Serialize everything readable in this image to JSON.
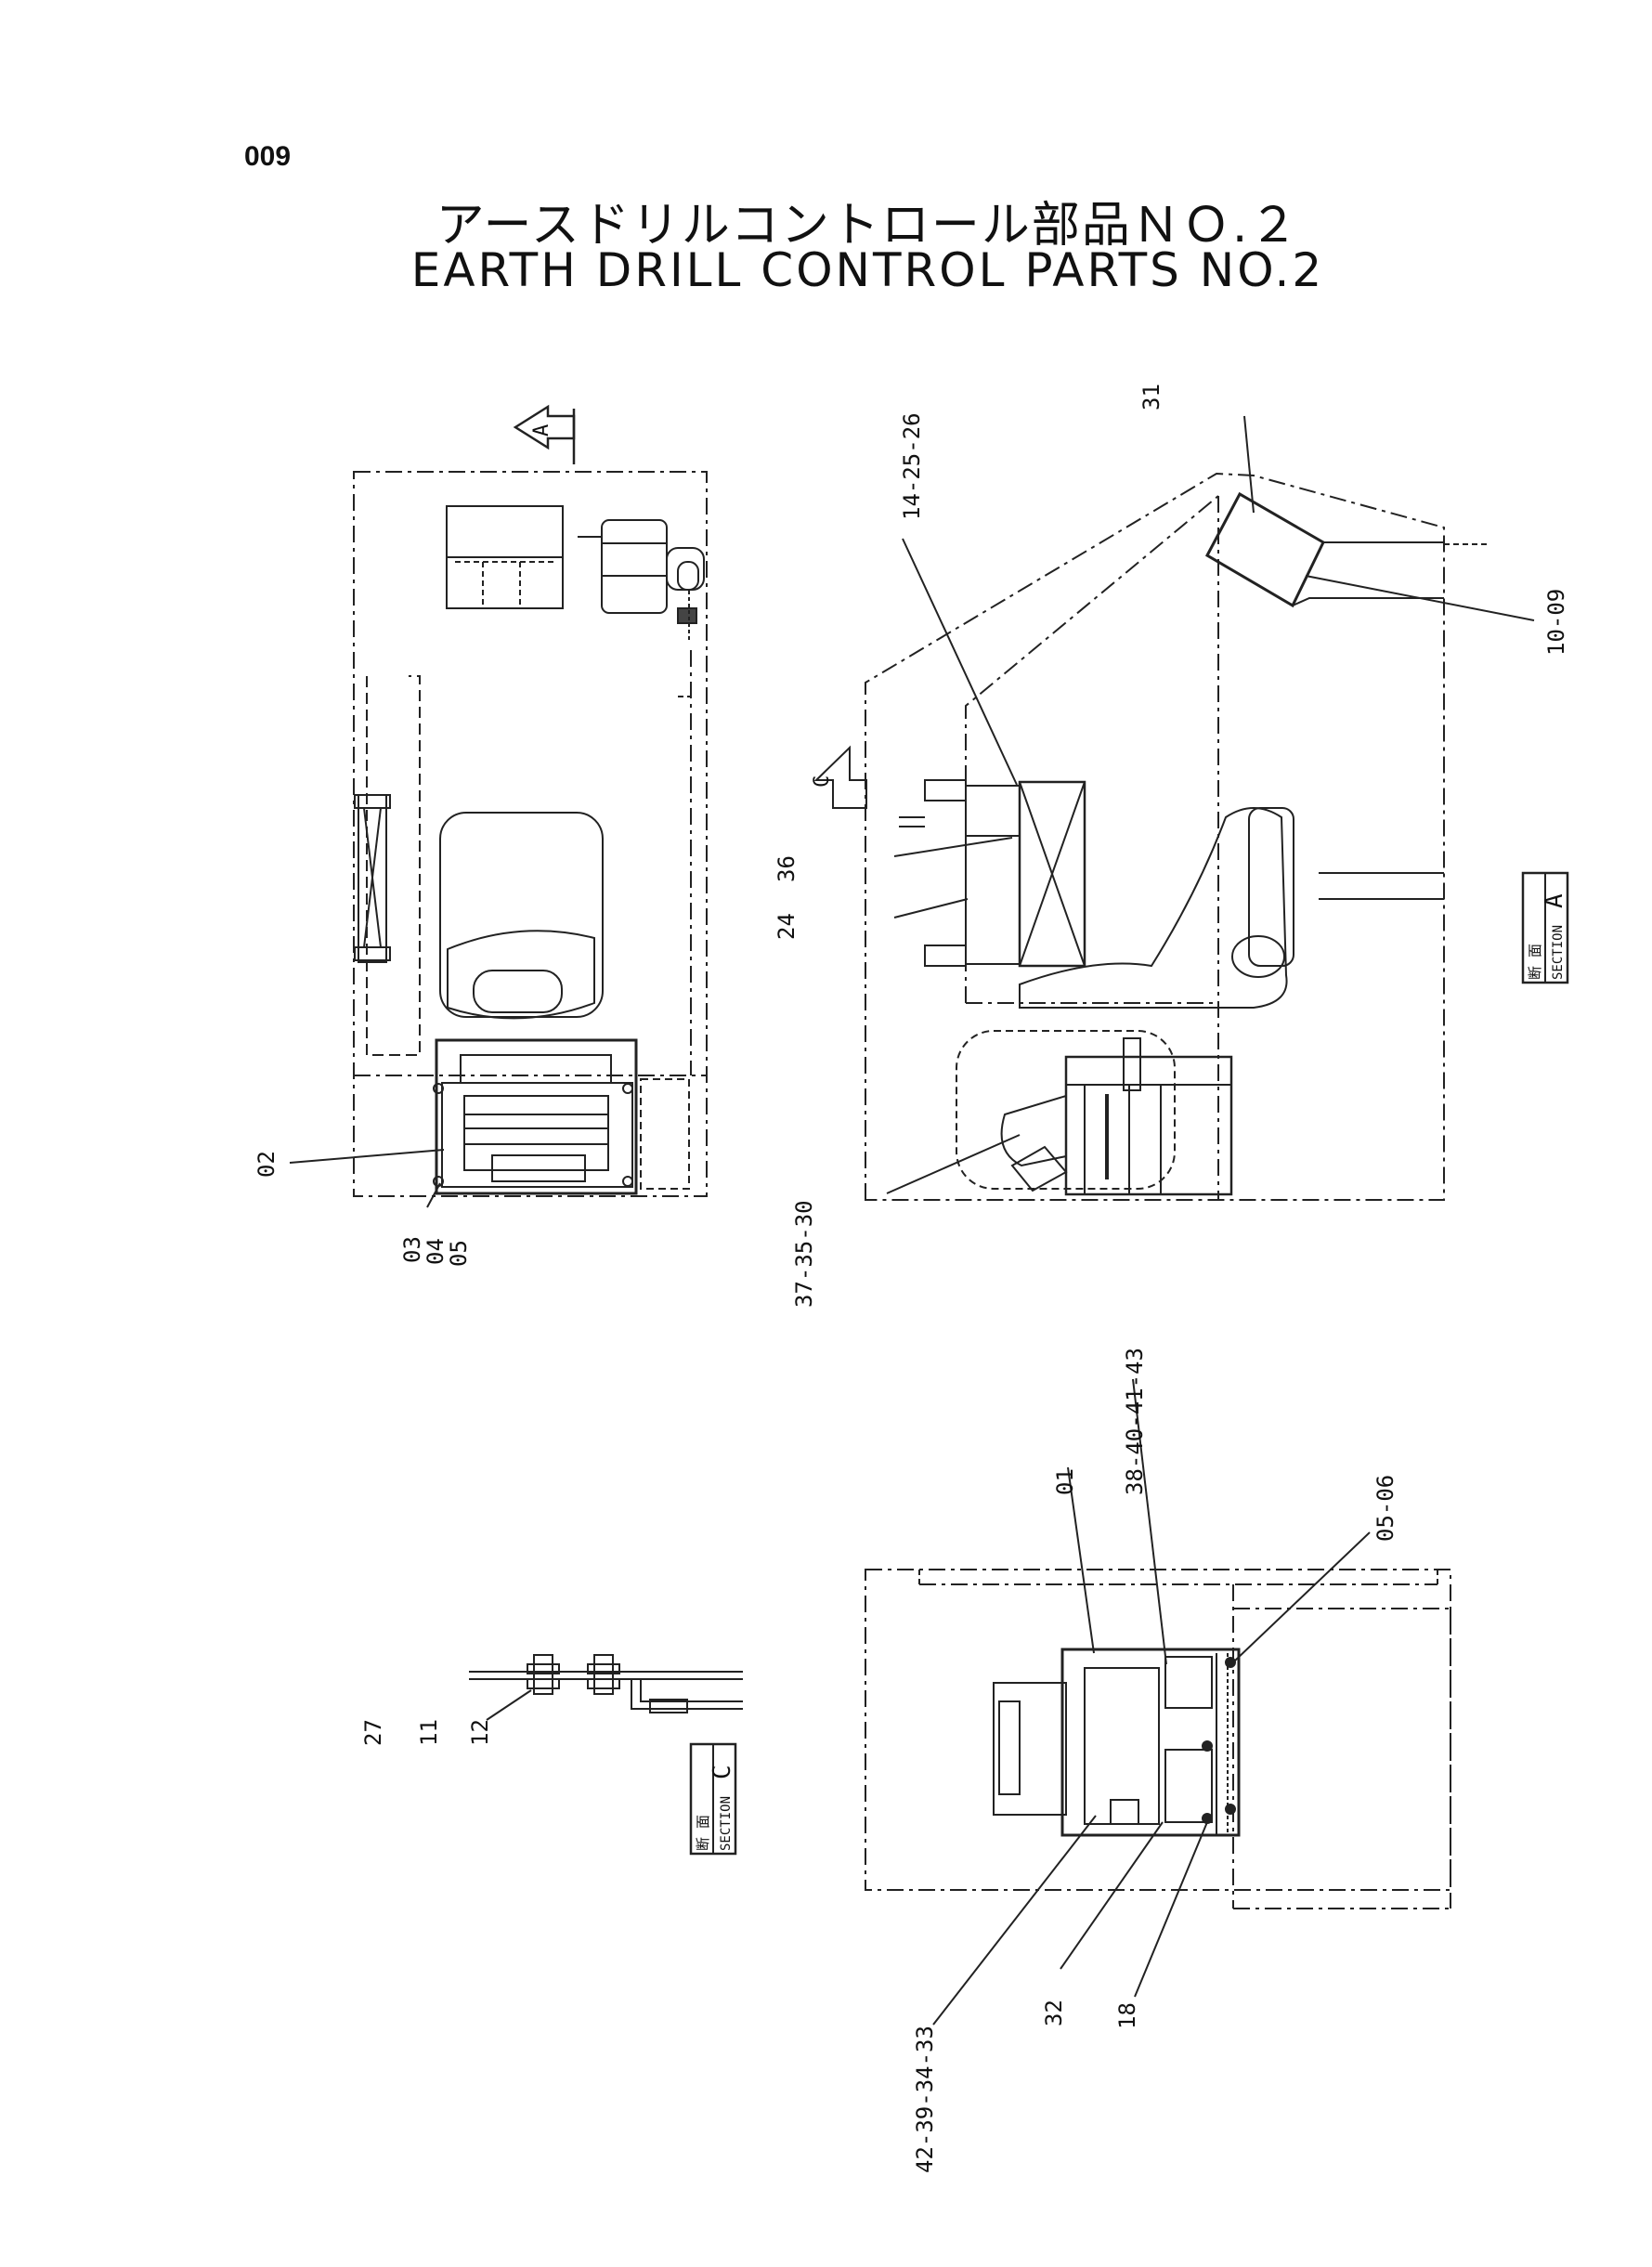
{
  "page_number": "009",
  "title_jp": "アースドリルコントロール部品ＮＯ.２",
  "title_en": "EARTH DRILL CONTROL PARTS NO.2",
  "view_arrows": {
    "a": "A",
    "c": "C"
  },
  "sections": {
    "a": {
      "jp": "断 面",
      "label": "SECTION",
      "letter": "A"
    },
    "c": {
      "jp": "断 面",
      "label": "SECTION",
      "letter": "C"
    }
  },
  "callouts": {
    "c02": "02",
    "c03": "03",
    "c04": "04",
    "c05": "05",
    "c14_25_26": "14-25-26",
    "c31": "31",
    "c10_09": "10-09",
    "c36": "36",
    "c24": "24",
    "c37_35_30": "37-35-30",
    "c01": "01",
    "c38_40_41_43": "38-40-41-43",
    "c05_06": "05-06",
    "c42_39_34_33": "42-39-34-33",
    "c32": "32",
    "c18": "18",
    "c27": "27",
    "c11": "11",
    "c12": "12"
  }
}
